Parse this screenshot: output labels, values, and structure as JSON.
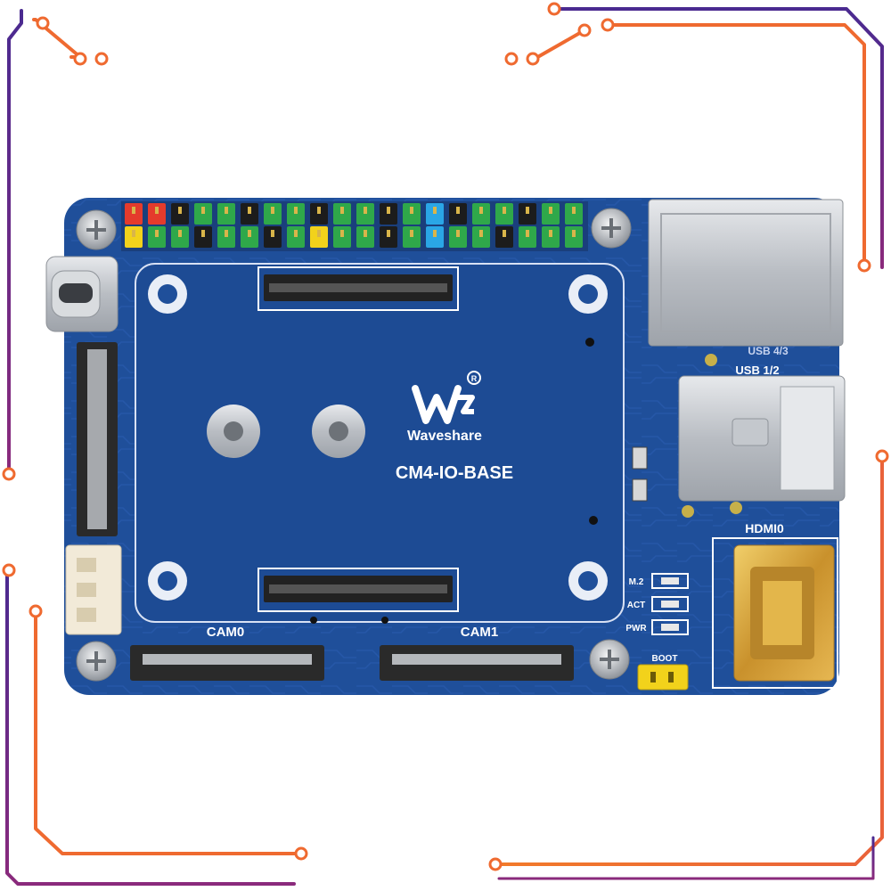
{
  "board": {
    "model": "CM4-IO-BASE",
    "brand": "Waveshare",
    "colors": {
      "pcb": "#1f4f9a",
      "pcb_dark": "#173f80",
      "trace": "#2a5cb0",
      "silk": "#ffffff",
      "gold": "#d9a93a",
      "steel": "#c9ccd1",
      "frame_orange": "#ee6a2f",
      "frame_purple": "#5a2a8c"
    },
    "labels": {
      "cam0": "CAM0",
      "cam1": "CAM1",
      "hdmi0": "HDMI0",
      "usb": "USB 1/2",
      "usb_top": "USB 4/3",
      "m2": "M.2",
      "act": "ACT",
      "pwr": "PWR",
      "boot": "BOOT"
    },
    "gpio_header": {
      "columns": 20,
      "top_row": [
        "red",
        "red",
        "black",
        "green",
        "green",
        "black",
        "green",
        "green",
        "black",
        "green",
        "green",
        "black",
        "green",
        "blue",
        "black",
        "green",
        "green",
        "black",
        "green",
        "green"
      ],
      "bottom_row": [
        "yellow",
        "green",
        "green",
        "black",
        "green",
        "green",
        "black",
        "green",
        "yellow",
        "green",
        "green",
        "black",
        "green",
        "blue",
        "green",
        "green",
        "black",
        "green",
        "green",
        "green"
      ]
    },
    "pin_colors": {
      "red": "#e53b2c",
      "yellow": "#f2d21b",
      "green": "#2fa84a",
      "black": "#1c1c1c",
      "blue": "#2aa6e6"
    },
    "icons": [
      "waveshare-logo-icon",
      "registered-mark-icon",
      "screw-icon"
    ]
  }
}
